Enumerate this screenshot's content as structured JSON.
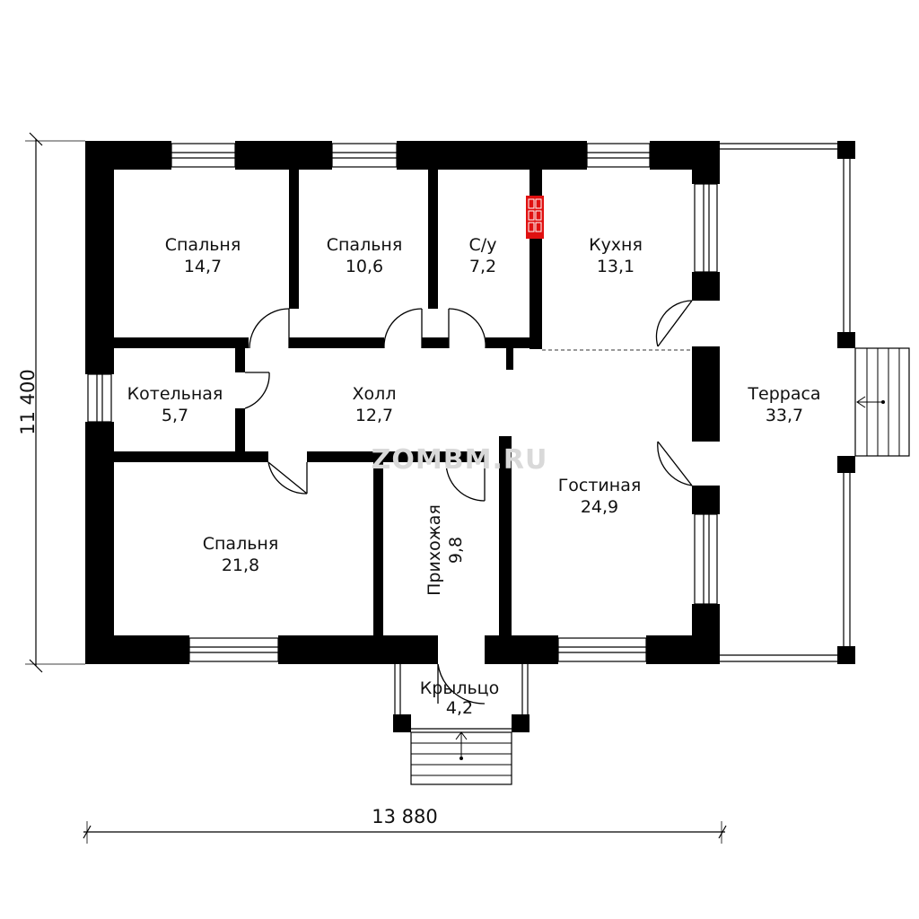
{
  "rooms": {
    "bedroom1": {
      "name": "Спальня",
      "area": "14,7"
    },
    "bedroom2": {
      "name": "Спальня",
      "area": "10,6"
    },
    "bathroom": {
      "name": "С/у",
      "area": "7,2"
    },
    "kitchen": {
      "name": "Кухня",
      "area": "13,1"
    },
    "boiler": {
      "name": "Котельная",
      "area": "5,7"
    },
    "hall": {
      "name": "Холл",
      "area": "12,7"
    },
    "terrace": {
      "name": "Терраса",
      "area": "33,7"
    },
    "living": {
      "name": "Гостиная",
      "area": "24,9"
    },
    "bedroom3": {
      "name": "Спальня",
      "area": "21,8"
    },
    "entry": {
      "name": "Прихожая",
      "area": "9,8"
    },
    "porch": {
      "name": "Крыльцо",
      "area": "4,2"
    }
  },
  "dimensions": {
    "width": "13 880",
    "height": "11 400"
  },
  "watermark": "ZOMBM.RU",
  "colors": {
    "wall": "#000000",
    "chimney": "#e01010",
    "watermark": "#d9d9d9"
  }
}
